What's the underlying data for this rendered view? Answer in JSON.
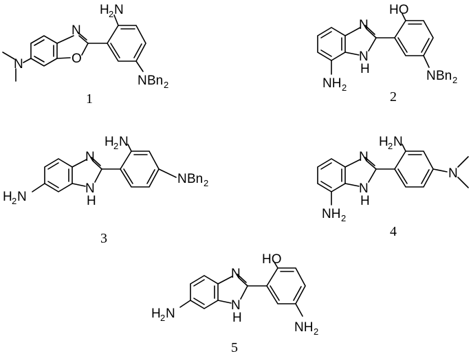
{
  "compounds": [
    {
      "number": "1",
      "labels": {
        "amine": "H",
        "amine_n": "N",
        "amine_sub": "2",
        "ring_n": "N",
        "ring_o": "O",
        "dialkyl_n": "N",
        "subst_n": "N",
        "subst_bn": "Bn",
        "subst_sub": "2"
      }
    },
    {
      "number": "2",
      "labels": {
        "hydroxyl": "HO",
        "ring_n": "N",
        "ring_nh": "H",
        "ring_nh_n": "N",
        "amine": "NH",
        "amine_sub": "2",
        "subst_n": "N",
        "subst_bn": "Bn",
        "subst_sub": "2"
      }
    },
    {
      "number": "3",
      "labels": {
        "amine": "H",
        "amine_n": "N",
        "amine_sub": "2",
        "ring_n": "N",
        "ring_nh": "H",
        "ring_nh_n": "N",
        "left_amine_h": "H",
        "left_amine_sub": "2",
        "left_amine_n": "N",
        "subst_n": "N",
        "subst_bn": "Bn",
        "subst_sub": "2"
      }
    },
    {
      "number": "4",
      "labels": {
        "amine": "H",
        "amine_n": "N",
        "amine_sub": "2",
        "ring_n": "N",
        "ring_nh": "H",
        "ring_nh_n": "N",
        "bottom_amine": "NH",
        "bottom_amine_sub": "2",
        "dialkyl_n": "N"
      }
    },
    {
      "number": "5",
      "labels": {
        "hydroxyl": "HO",
        "ring_n": "N",
        "ring_nh": "H",
        "ring_nh_n": "N",
        "left_amine_h": "H",
        "left_amine_sub": "2",
        "left_amine_n": "N",
        "amine": "NH",
        "amine_sub": "2"
      }
    }
  ]
}
